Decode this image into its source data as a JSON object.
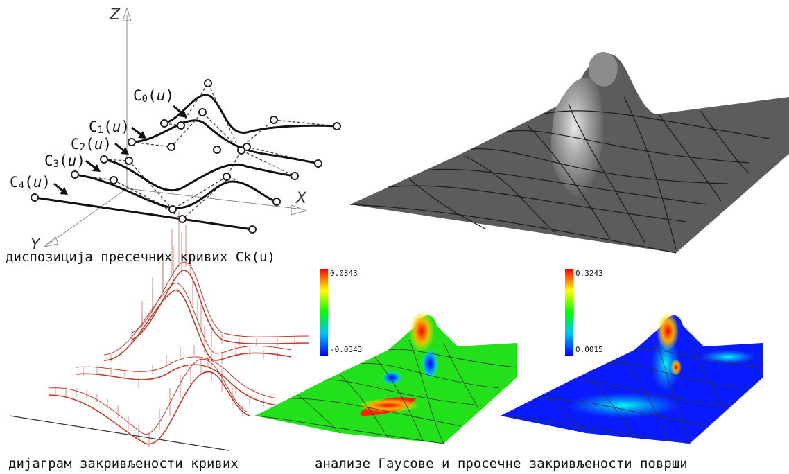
{
  "axes": {
    "z": "Z",
    "x": "X",
    "y": "Y"
  },
  "curves": [
    {
      "label": "C0(u)",
      "base": "C",
      "sub": "0"
    },
    {
      "label": "C1(u)",
      "base": "C",
      "sub": "1"
    },
    {
      "label": "C2(u)",
      "base": "C",
      "sub": "2"
    },
    {
      "label": "C3(u)",
      "base": "C",
      "sub": "3"
    },
    {
      "label": "C4(u)",
      "base": "C",
      "sub": "4"
    }
  ],
  "captions": {
    "disposition": "диспозиција пресечних кривих Ck(u)",
    "curvature_diagram": "дијаграм закривљености кривих",
    "surface_analysis": "анализе Гаусове и просечне закривљености површи"
  },
  "legends": {
    "gaussian": {
      "max": "0.0343",
      "min": "-0.0343"
    },
    "mean": {
      "max": "0.3243",
      "min": "0.0015"
    }
  },
  "colors": {
    "curve": "#111111",
    "porcupine": "#c0392b",
    "surface": "#5a5a5a"
  }
}
